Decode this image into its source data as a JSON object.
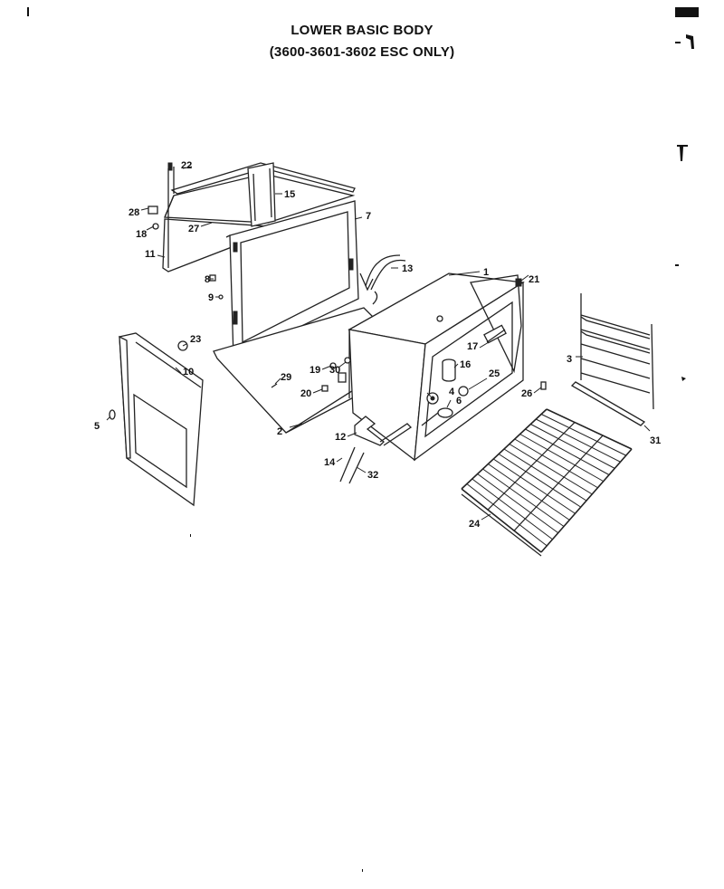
{
  "title": {
    "line1": "LOWER BASIC BODY",
    "line2": "(3600-3601-3602 ESC ONLY)"
  },
  "callouts": [
    {
      "id": "c1",
      "label": "1"
    },
    {
      "id": "c2",
      "label": "2"
    },
    {
      "id": "c3",
      "label": "3"
    },
    {
      "id": "c4",
      "label": "4"
    },
    {
      "id": "c5",
      "label": "5"
    },
    {
      "id": "c6",
      "label": "6"
    },
    {
      "id": "c7",
      "label": "7"
    },
    {
      "id": "c8",
      "label": "8"
    },
    {
      "id": "c9",
      "label": "9"
    },
    {
      "id": "c10",
      "label": "10"
    },
    {
      "id": "c11",
      "label": "11"
    },
    {
      "id": "c12",
      "label": "12"
    },
    {
      "id": "c13",
      "label": "13"
    },
    {
      "id": "c14",
      "label": "14"
    },
    {
      "id": "c15",
      "label": "15"
    },
    {
      "id": "c16",
      "label": "16"
    },
    {
      "id": "c17",
      "label": "17"
    },
    {
      "id": "c18",
      "label": "18"
    },
    {
      "id": "c19",
      "label": "19"
    },
    {
      "id": "c20",
      "label": "20"
    },
    {
      "id": "c21",
      "label": "21"
    },
    {
      "id": "c22",
      "label": "22"
    },
    {
      "id": "c23",
      "label": "23"
    },
    {
      "id": "c24",
      "label": "24"
    },
    {
      "id": "c25",
      "label": "25"
    },
    {
      "id": "c26",
      "label": "26"
    },
    {
      "id": "c27",
      "label": "27"
    },
    {
      "id": "c28",
      "label": "28"
    },
    {
      "id": "c29",
      "label": "29"
    },
    {
      "id": "c30",
      "label": "30"
    },
    {
      "id": "c31",
      "label": "31"
    },
    {
      "id": "c32",
      "label": "32"
    }
  ]
}
